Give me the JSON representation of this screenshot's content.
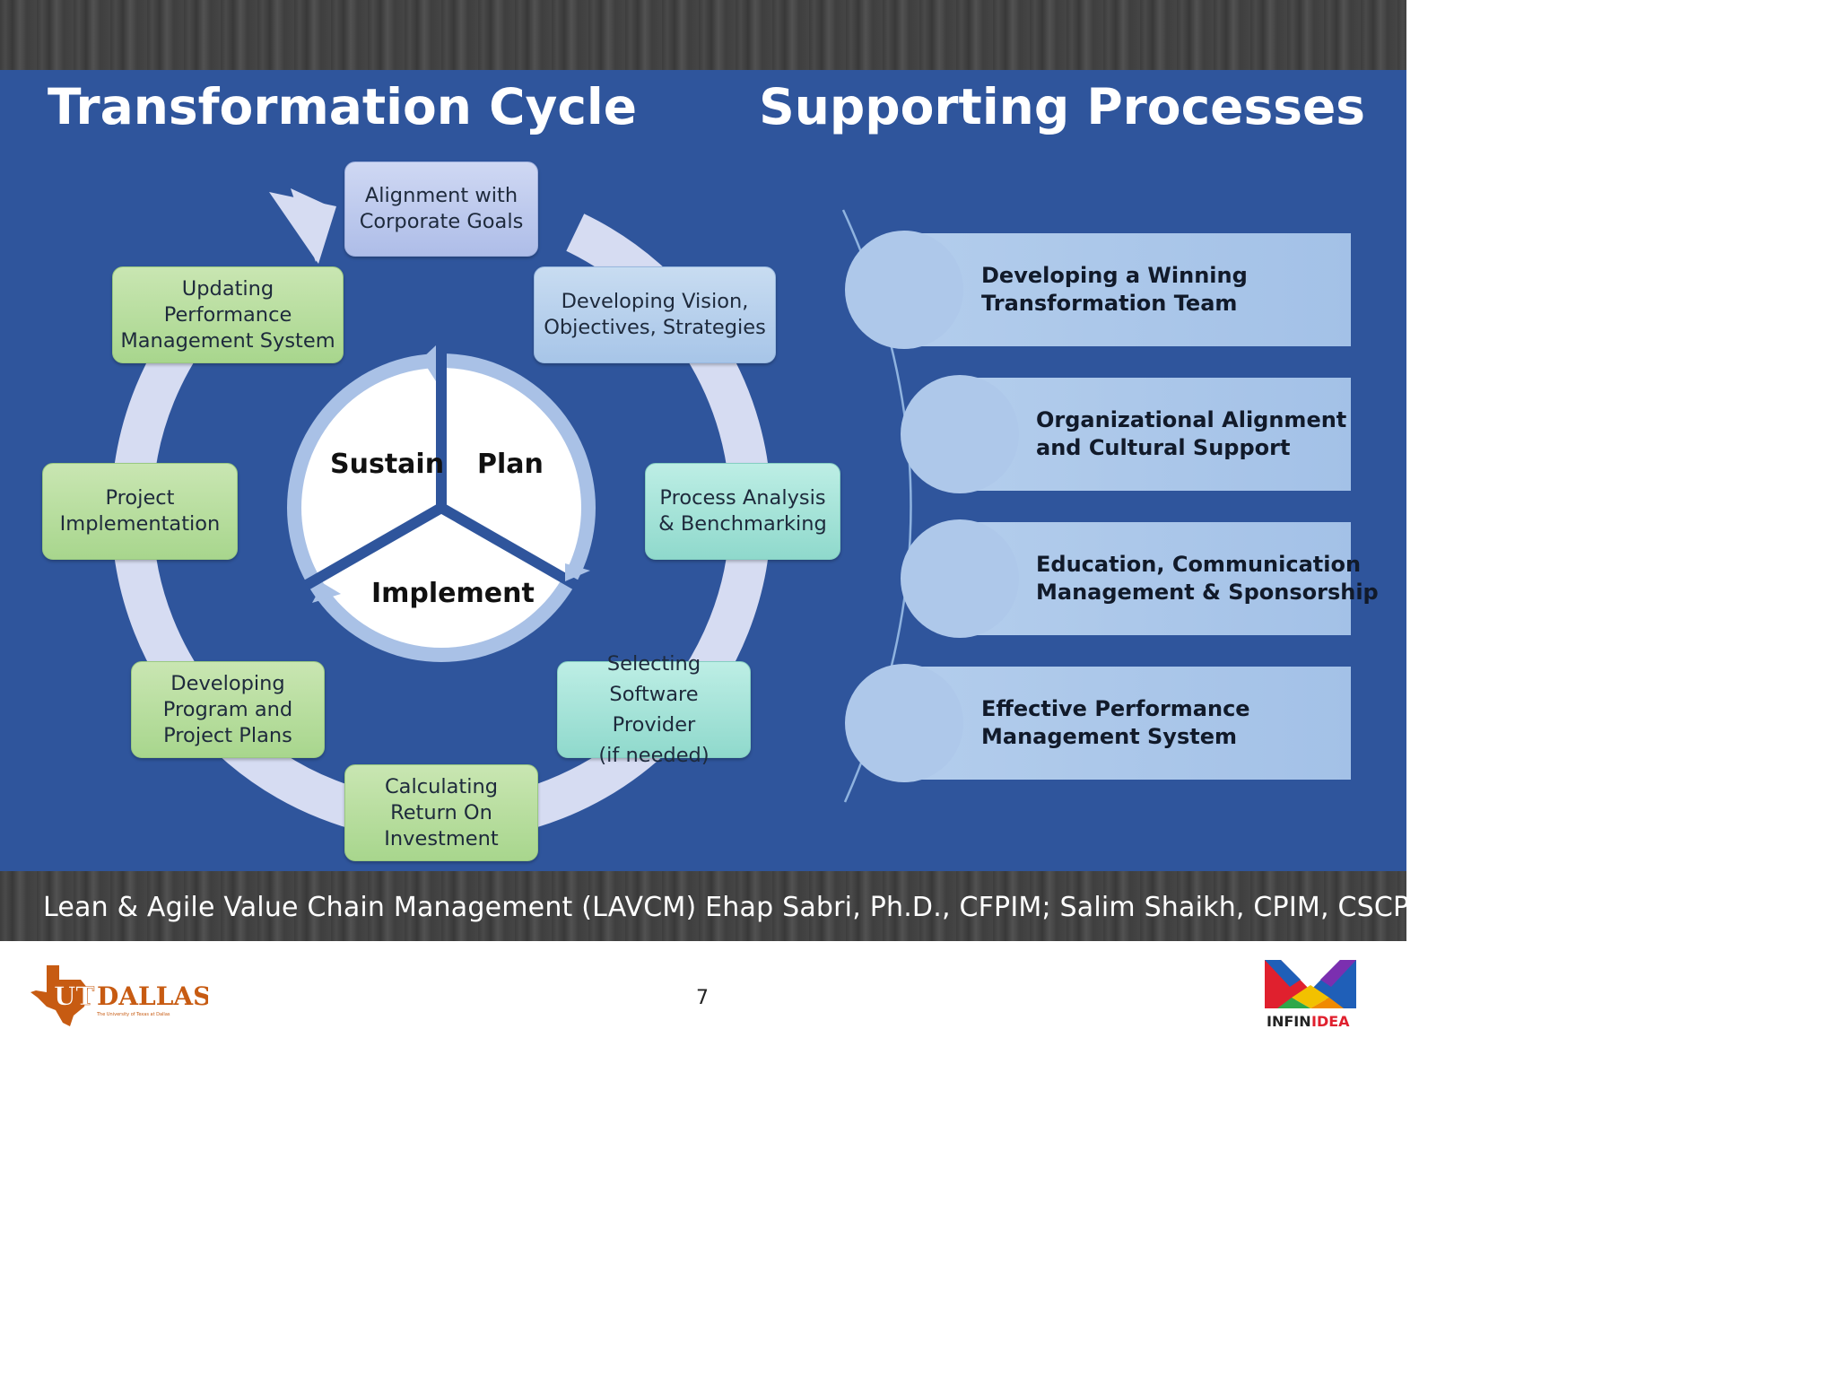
{
  "titles": {
    "left": "Transformation Cycle",
    "right": "Supporting Processes"
  },
  "cycle": {
    "center_segments": {
      "sustain": "Sustain",
      "plan": "Plan",
      "implement": "Implement"
    },
    "steps": [
      {
        "id": "alignment",
        "label": "Alignment with\nCorporate Goals",
        "color": "#aebde8"
      },
      {
        "id": "vision",
        "label": "Developing Vision,\nObjectives, Strategies",
        "color": "#a7c5e8"
      },
      {
        "id": "process-analysis",
        "label": "Process Analysis\n& Benchmarking",
        "color": "#8fd9cc"
      },
      {
        "id": "selecting",
        "label": "Selecting\nSoftware Provider\n(if needed)",
        "color": "#8fd9cc"
      },
      {
        "id": "roi",
        "label": "Calculating\nReturn On\nInvestment",
        "color": "#a8d68d"
      },
      {
        "id": "program-plans",
        "label": "Developing\nProgram and\nProject Plans",
        "color": "#a8d68d"
      },
      {
        "id": "project-implementation",
        "label": "Project\nImplementation",
        "color": "#a8d68d"
      },
      {
        "id": "updating-pms",
        "label": "Updating\nPerformance\nManagement System",
        "color": "#a8d68d"
      }
    ]
  },
  "supporting_processes": [
    "Developing a Winning\nTransformation Team",
    "Organizational Alignment\nand Cultural Support",
    "Education, Communication\nManagement & Sponsorship",
    "Effective Performance\nManagement System"
  ],
  "footer": {
    "text": "Lean & Agile Value Chain Management (LAVCM)    Ehap Sabri, Ph.D., CFPIM;  Salim Shaikh, CPIM, CSCP",
    "page_number": "7"
  },
  "logos": {
    "utd_text": "UT DALLAS",
    "utd_tagline": "The University of Texas at Dallas",
    "infinidea_text_1": "INFIN",
    "infinidea_text_2": "IDEA"
  },
  "colors": {
    "background_blue": "#2f559c",
    "ring": "#d6dcf2",
    "utd_orange": "#c75b12"
  }
}
